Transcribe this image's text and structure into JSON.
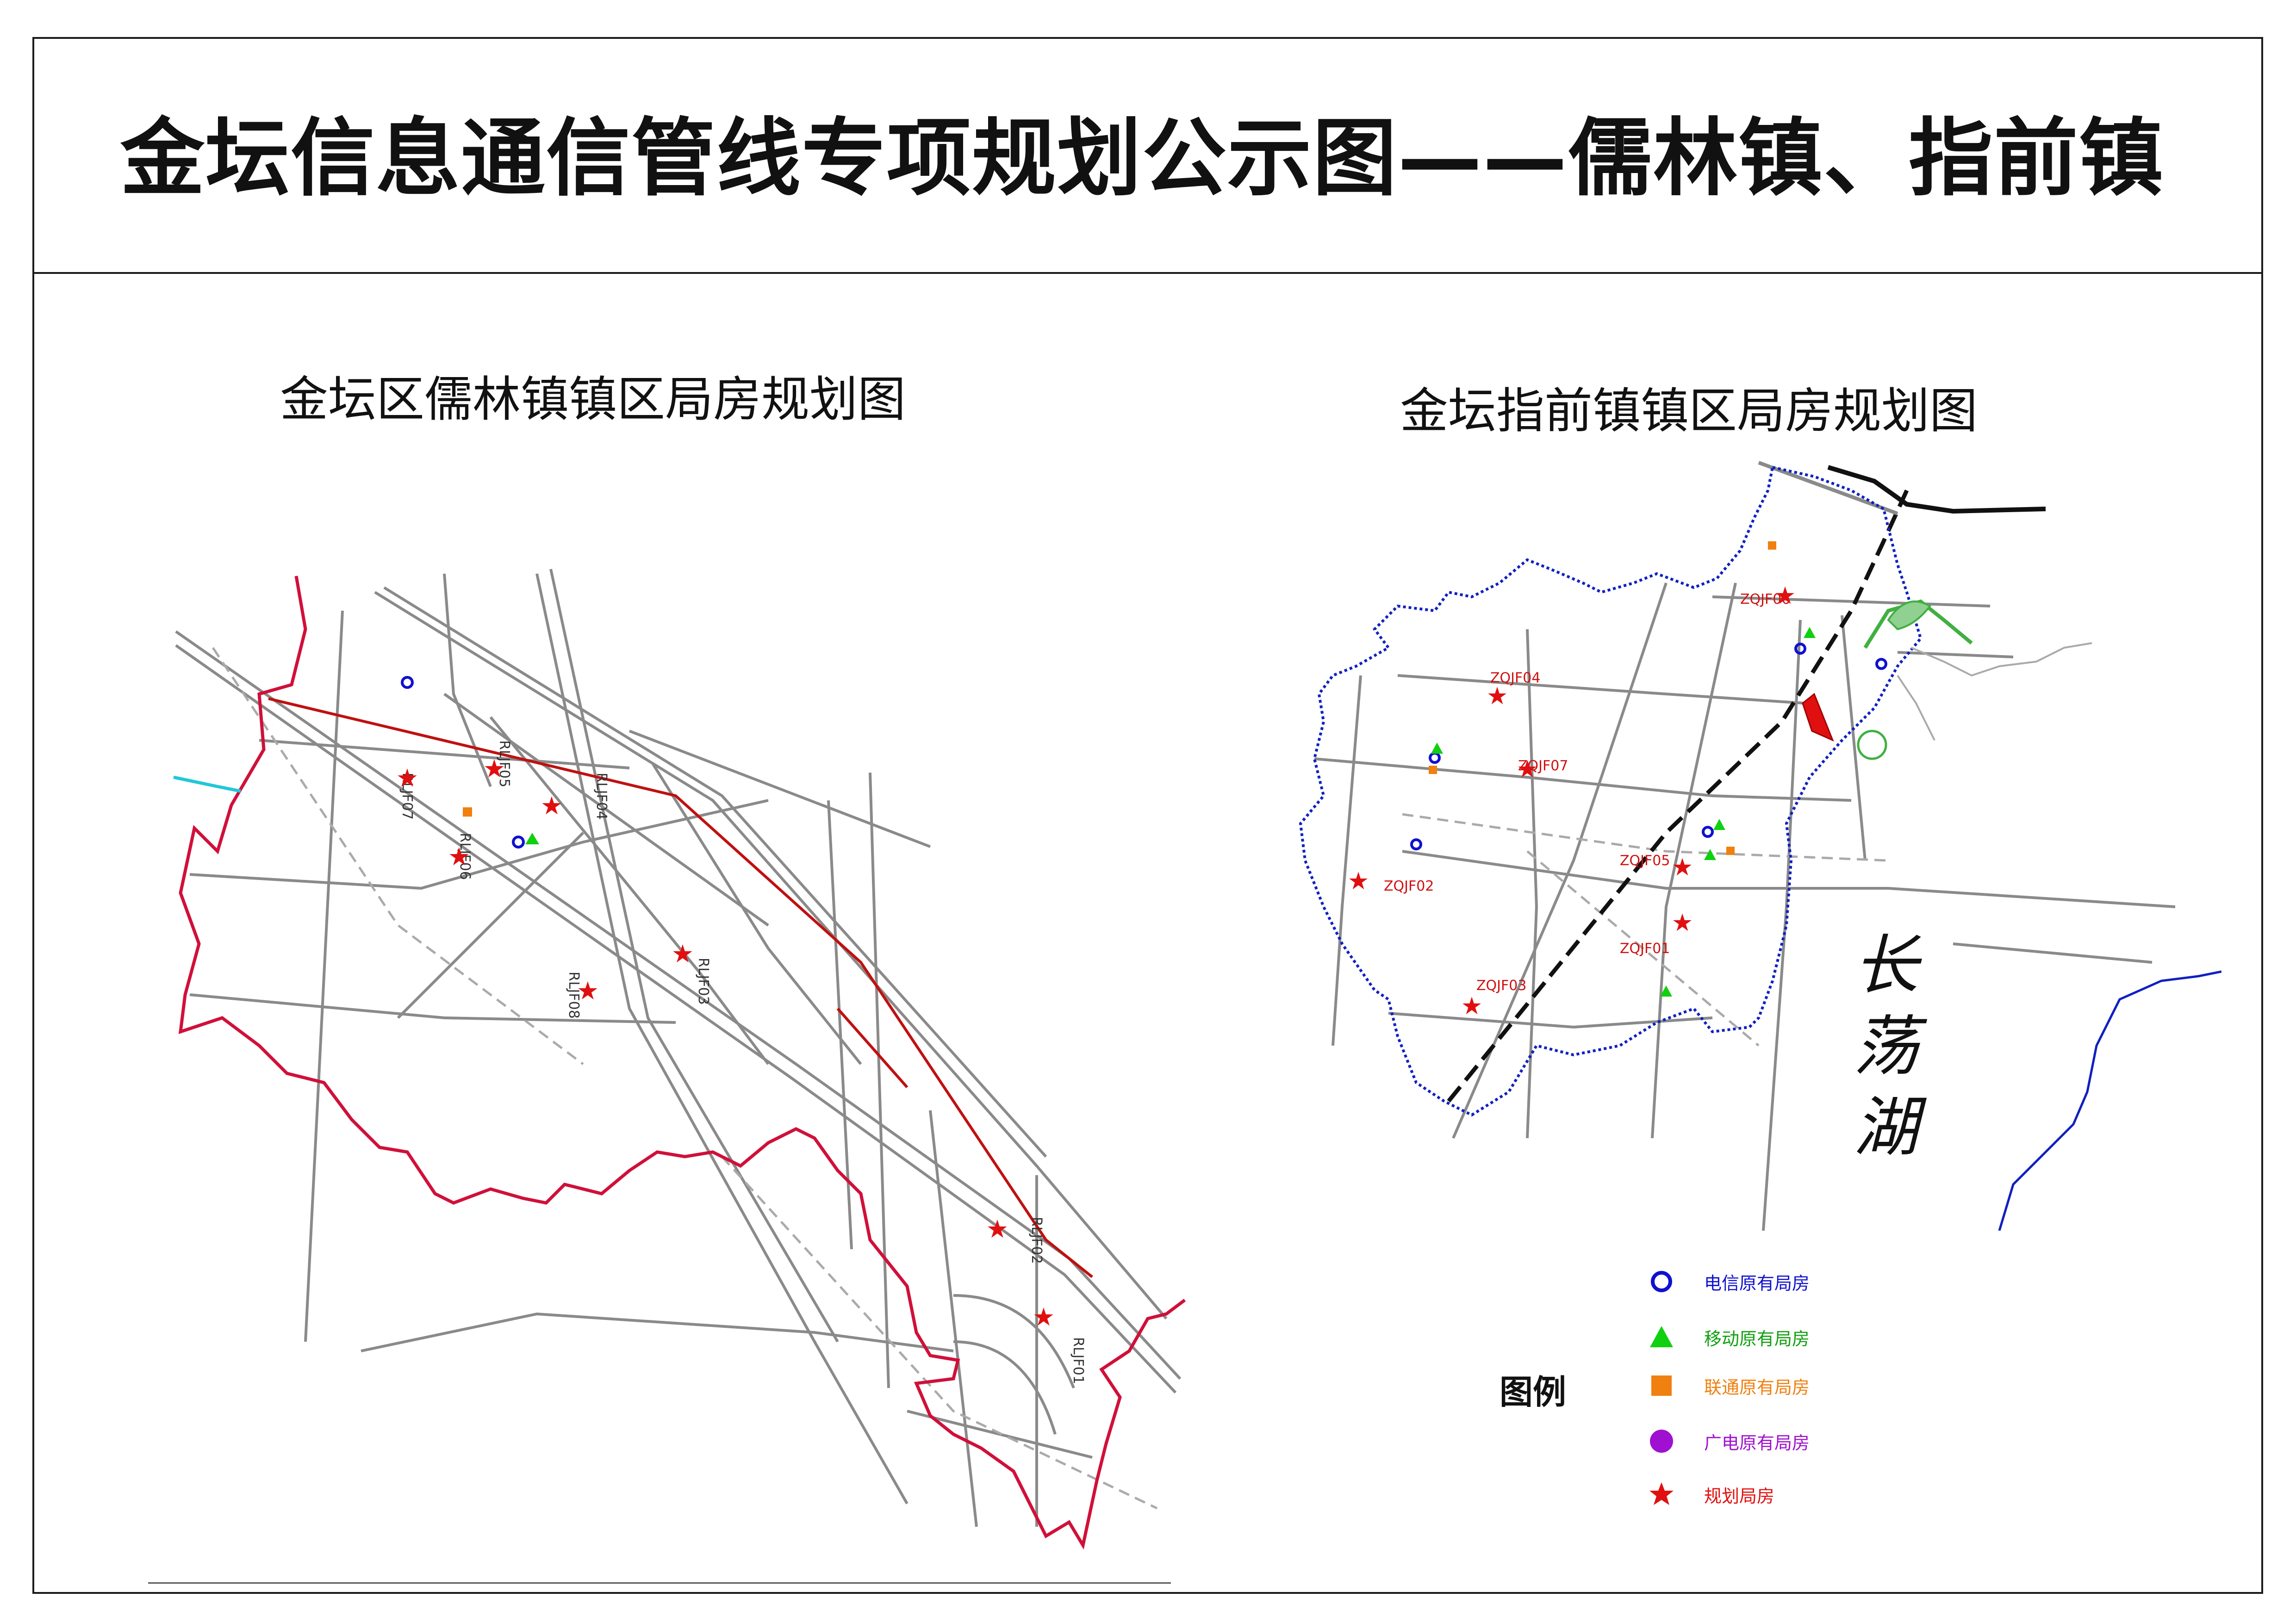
{
  "title": "金坛信息通信管线专项规划公示图——儒林镇、指前镇",
  "left_panel": {
    "title": "金坛区儒林镇镇区局房规划图",
    "sites": [
      "RLJF01",
      "RLJF02",
      "RLJF03",
      "RLJF04",
      "RLJF05",
      "RLJF06",
      "RLJF07",
      "RLJF08"
    ]
  },
  "right_panel": {
    "title": "金坛指前镇镇区局房规划图",
    "lake": "长荡湖",
    "sites": [
      "ZQJF01",
      "ZQJF02",
      "ZQJF03",
      "ZQJF04",
      "ZQJF05",
      "ZQJF06",
      "ZQJF07"
    ]
  },
  "legend": {
    "title": "图例",
    "items": [
      {
        "label": "电信原有局房",
        "symbol": "circle-icon",
        "color": "#1010d0"
      },
      {
        "label": "移动原有局房",
        "symbol": "triangle-icon",
        "color": "#10d010"
      },
      {
        "label": "联通原有局房",
        "symbol": "square-icon",
        "color": "#f08010"
      },
      {
        "label": "广电原有局房",
        "symbol": "dot-icon",
        "color": "#a010d0"
      },
      {
        "label": "规划局房",
        "symbol": "star-icon",
        "color": "#e01010"
      }
    ]
  },
  "colors": {
    "boundary_left": "#d0103a",
    "boundary_right": "#1020c0",
    "road": "#8a8a8a",
    "railway": "#111111"
  }
}
